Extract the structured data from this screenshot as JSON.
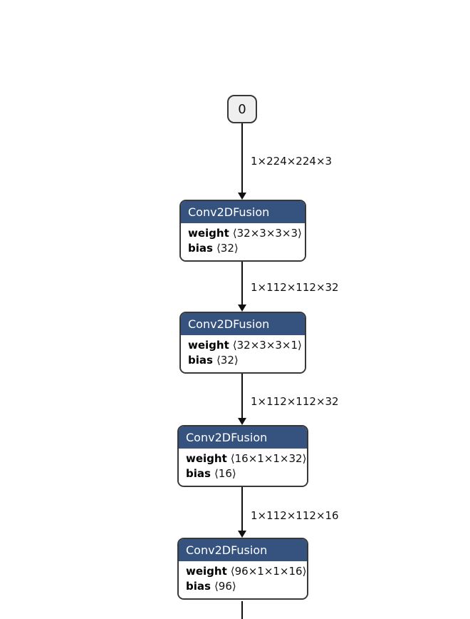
{
  "graph": {
    "input_node": {
      "label": "0"
    },
    "edges": [
      {
        "label": "1×224×224×3"
      },
      {
        "label": "1×112×112×32"
      },
      {
        "label": "1×112×112×32"
      },
      {
        "label": "1×112×112×16"
      }
    ],
    "nodes": [
      {
        "title": "Conv2DFusion",
        "params": [
          {
            "name": "weight",
            "value": "⟨32×3×3×3⟩"
          },
          {
            "name": "bias",
            "value": "⟨32⟩"
          }
        ]
      },
      {
        "title": "Conv2DFusion",
        "params": [
          {
            "name": "weight",
            "value": "⟨32×3×3×1⟩"
          },
          {
            "name": "bias",
            "value": "⟨32⟩"
          }
        ]
      },
      {
        "title": "Conv2DFusion",
        "params": [
          {
            "name": "weight",
            "value": "⟨16×1×1×32⟩"
          },
          {
            "name": "bias",
            "value": "⟨16⟩"
          }
        ]
      },
      {
        "title": "Conv2DFusion",
        "params": [
          {
            "name": "weight",
            "value": "⟨96×1×1×16⟩"
          },
          {
            "name": "bias",
            "value": "⟨96⟩"
          }
        ]
      }
    ],
    "colors": {
      "node_header": "#35537e",
      "node_border": "#383838",
      "input_fill": "#efefef",
      "edge": "#101010"
    }
  }
}
